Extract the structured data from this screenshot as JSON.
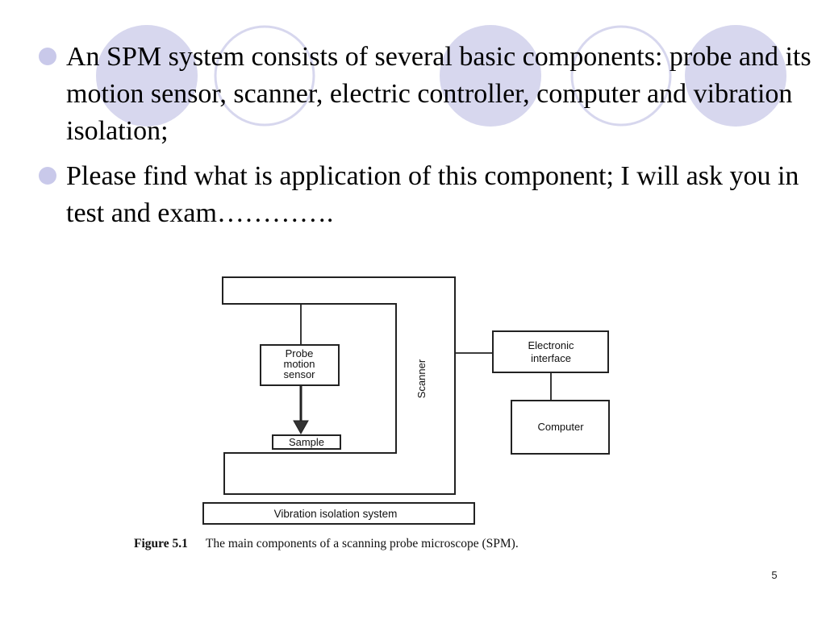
{
  "slide": {
    "bullets": [
      {
        "text": "An SPM system consists of several basic components: probe and its motion sensor, scanner, electric controller, computer and vibration isolation;"
      },
      {
        "text": "Please find what is application of this component; I will ask you in test and exam…………."
      }
    ],
    "page_number": "5"
  },
  "figure": {
    "probe_line1": "Probe",
    "probe_line2": "motion",
    "probe_line3": "sensor",
    "sample": "Sample",
    "scanner": "Scanner",
    "electronic_line1": "Electronic",
    "electronic_line2": "interface",
    "computer": "Computer",
    "vibration": "Vibration isolation system",
    "caption_number": "Figure 5.1",
    "caption_text": "The main components of a scanning probe microscope (SPM)."
  },
  "theme": {
    "bullet_color": "#c9c9ea",
    "decor_fill": "#d7d7ee",
    "decor_ring": "#d7d7ee"
  }
}
